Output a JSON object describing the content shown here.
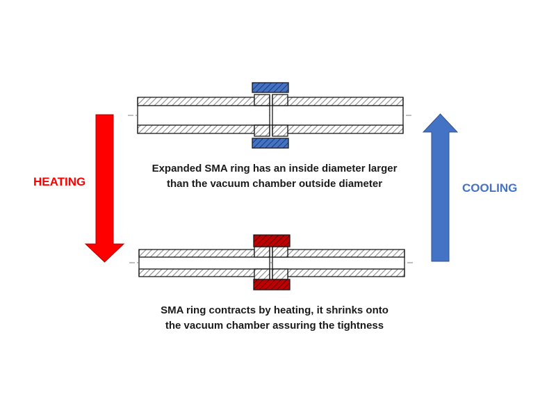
{
  "labels": {
    "heating": "HEATING",
    "cooling": "COOLING"
  },
  "captions": {
    "top": {
      "line1": "Expanded SMA ring has an inside diameter larger",
      "line2": "than the vacuum chamber outside diameter"
    },
    "bottom": {
      "line1": "SMA ring contracts by heating, it shrinks onto",
      "line2": "the vacuum chamber assuring the tightness"
    }
  },
  "colors": {
    "heating": "#ff0000",
    "cooling": "#4472c4",
    "ring_expanded": "#4472c4",
    "ring_contracted": "#c00000",
    "pipe_hatch": "#9a9a9a",
    "outline": "#1a1a1a"
  }
}
